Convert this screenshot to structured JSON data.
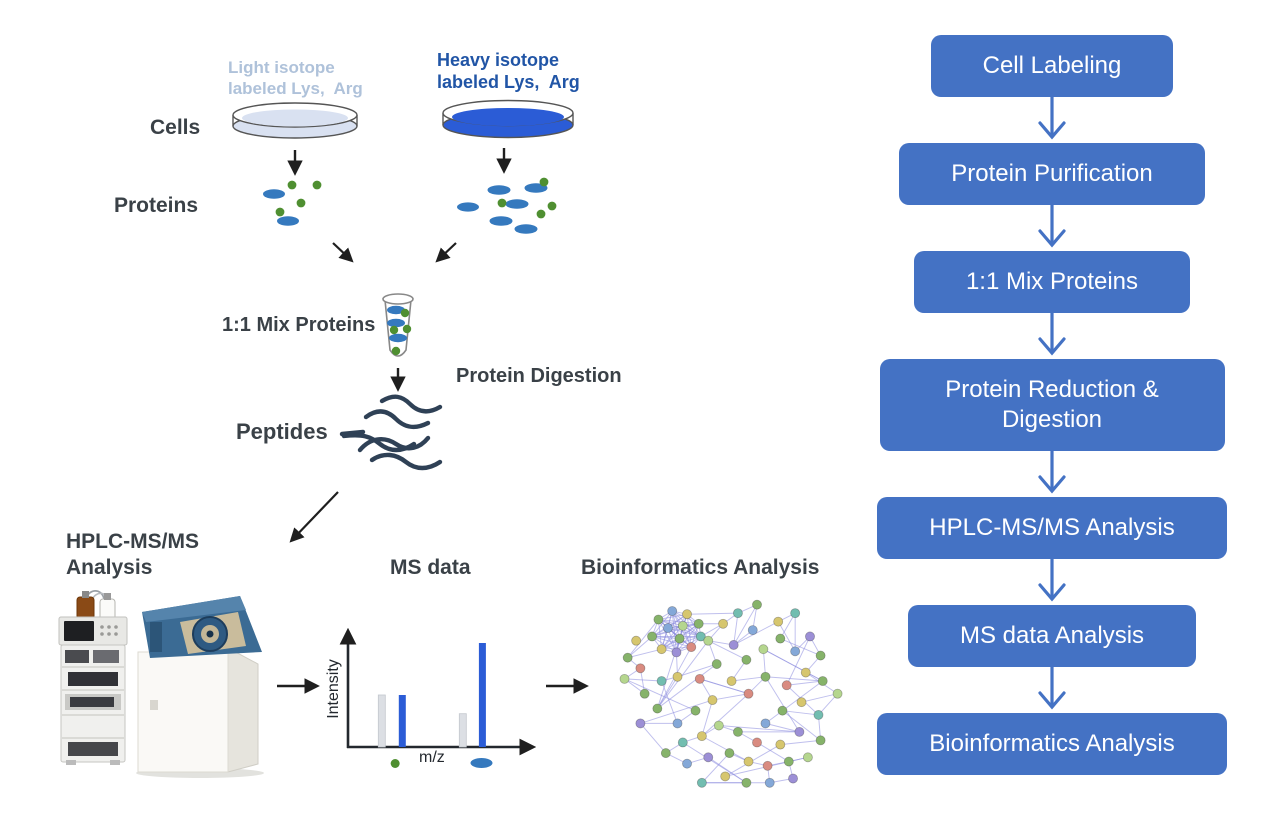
{
  "figure": {
    "description_label": "SILAC proteomics workflow figure"
  },
  "colors": {
    "flow_box": "#4472C4",
    "flow_arrow": "#4472C4",
    "flow_text": "#FFFFFF",
    "heavy_text": "#2155A6",
    "light_text": "#AFC2DA",
    "heavy_media": "#2B5CD6",
    "light_media": "#D9E1F1",
    "protein_oval": "#3579BE",
    "protein_dot": "#4F8F31",
    "peptide": "#2F4156",
    "label_dark": "#3A4147",
    "bar_light": "#DCDFE4",
    "bar_heavy": "#2B5CD6",
    "network_edge": "#8A8ADF",
    "black_arrow": "#1F1F1F"
  },
  "left_diagram": {
    "light_condition": {
      "line1": "Light isotope",
      "line2": "labeled Lys,  Arg"
    },
    "heavy_condition": {
      "line1": "Heavy isotope",
      "line2": "labeled Lys,  Arg"
    },
    "cells_label": "Cells",
    "proteins_label": "Proteins",
    "mix_label": "1:1 Mix Proteins",
    "digestion_label": "Protein Digestion",
    "peptides_label": "Peptides",
    "hplc_title": {
      "line1": "HPLC-MS/MS",
      "line2": "Analysis"
    },
    "bioinformatics_title": "Bioinformatics Analysis"
  },
  "chart_data": {
    "type": "bar",
    "title": "MS data",
    "xlabel": "m/z",
    "ylabel": "Intensity",
    "ylim": [
      0,
      1
    ],
    "series": [
      {
        "name": "light isotope peak",
        "color_key": "bar_light"
      },
      {
        "name": "heavy isotope peak",
        "color_key": "bar_heavy"
      }
    ],
    "bars": [
      {
        "x_rel": 0.19,
        "h_rel": 0.5,
        "series": 0
      },
      {
        "x_rel": 0.305,
        "h_rel": 0.5,
        "series": 1
      },
      {
        "x_rel": 0.645,
        "h_rel": 0.32,
        "series": 0
      },
      {
        "x_rel": 0.755,
        "h_rel": 1.0,
        "series": 1
      }
    ],
    "markers": [
      {
        "shape": "green-dot",
        "x_rel": 0.265
      },
      {
        "shape": "blue-oval",
        "x_rel": 0.75
      }
    ]
  },
  "flowchart": {
    "steps": [
      {
        "label": "Cell Labeling"
      },
      {
        "label": "Protein Purification"
      },
      {
        "label": "1:1 Mix Proteins"
      },
      {
        "label": "Protein Reduction & Digestion",
        "two_line": true
      },
      {
        "label": "HPLC-MS/MS Analysis"
      },
      {
        "label": "MS data Analysis"
      },
      {
        "label": "Bioinformatics Analysis"
      }
    ]
  },
  "network": {
    "node_palette": [
      "#86b36a",
      "#d98b80",
      "#84a8d8",
      "#d6c66e",
      "#72bdb0",
      "#9c8fd6",
      "#b5d68e",
      "#d8a76e",
      "#c690c8"
    ],
    "nodes": [
      [
        57,
        42,
        0
      ],
      [
        70,
        34,
        2
      ],
      [
        84,
        37,
        3
      ],
      [
        95,
        46,
        0
      ],
      [
        97,
        58,
        4
      ],
      [
        88,
        68,
        1
      ],
      [
        74,
        73,
        5
      ],
      [
        60,
        70,
        3
      ],
      [
        51,
        58,
        0
      ],
      [
        66,
        50,
        2
      ],
      [
        80,
        48,
        6
      ],
      [
        77,
        60,
        0
      ],
      [
        36,
        62,
        3
      ],
      [
        28,
        78,
        0
      ],
      [
        40,
        88,
        1
      ],
      [
        25,
        98,
        6
      ],
      [
        44,
        112,
        0
      ],
      [
        60,
        100,
        4
      ],
      [
        75,
        96,
        3
      ],
      [
        56,
        126,
        0
      ],
      [
        75,
        140,
        2
      ],
      [
        40,
        140,
        5
      ],
      [
        92,
        128,
        0
      ],
      [
        108,
        118,
        3
      ],
      [
        96,
        98,
        1
      ],
      [
        112,
        84,
        0
      ],
      [
        104,
        62,
        6
      ],
      [
        118,
        46,
        3
      ],
      [
        132,
        36,
        4
      ],
      [
        150,
        28,
        0
      ],
      [
        146,
        52,
        2
      ],
      [
        128,
        66,
        5
      ],
      [
        140,
        80,
        0
      ],
      [
        126,
        100,
        3
      ],
      [
        142,
        112,
        1
      ],
      [
        158,
        96,
        0
      ],
      [
        156,
        70,
        6
      ],
      [
        170,
        44,
        3
      ],
      [
        186,
        36,
        4
      ],
      [
        172,
        60,
        0
      ],
      [
        186,
        72,
        2
      ],
      [
        200,
        58,
        5
      ],
      [
        210,
        76,
        0
      ],
      [
        196,
        92,
        3
      ],
      [
        178,
        104,
        1
      ],
      [
        212,
        100,
        0
      ],
      [
        226,
        112,
        6
      ],
      [
        192,
        120,
        3
      ],
      [
        208,
        132,
        4
      ],
      [
        174,
        128,
        0
      ],
      [
        158,
        140,
        2
      ],
      [
        190,
        148,
        5
      ],
      [
        210,
        156,
        0
      ],
      [
        172,
        160,
        3
      ],
      [
        150,
        158,
        1
      ],
      [
        132,
        148,
        0
      ],
      [
        114,
        142,
        6
      ],
      [
        98,
        152,
        3
      ],
      [
        80,
        158,
        4
      ],
      [
        64,
        168,
        0
      ],
      [
        84,
        178,
        2
      ],
      [
        104,
        172,
        5
      ],
      [
        124,
        168,
        0
      ],
      [
        142,
        176,
        3
      ],
      [
        160,
        180,
        1
      ],
      [
        180,
        176,
        0
      ],
      [
        198,
        172,
        6
      ],
      [
        120,
        190,
        3
      ],
      [
        98,
        196,
        4
      ],
      [
        140,
        196,
        0
      ],
      [
        162,
        196,
        2
      ],
      [
        184,
        192,
        5
      ]
    ],
    "cliques": [
      [
        0,
        1,
        2,
        3,
        4,
        5,
        6,
        7,
        8,
        9,
        10,
        11
      ]
    ],
    "edges": [
      [
        0,
        13
      ],
      [
        7,
        13
      ],
      [
        8,
        13
      ],
      [
        6,
        18
      ],
      [
        5,
        19
      ],
      [
        11,
        19
      ],
      [
        4,
        27
      ],
      [
        3,
        27
      ],
      [
        2,
        28
      ],
      [
        10,
        26
      ],
      [
        13,
        14
      ],
      [
        14,
        15
      ],
      [
        15,
        16
      ],
      [
        15,
        17
      ],
      [
        17,
        18
      ],
      [
        18,
        19
      ],
      [
        19,
        25
      ],
      [
        25,
        26
      ],
      [
        26,
        27
      ],
      [
        27,
        28
      ],
      [
        28,
        29
      ],
      [
        29,
        30
      ],
      [
        29,
        31
      ],
      [
        31,
        37
      ],
      [
        37,
        38
      ],
      [
        38,
        39
      ],
      [
        38,
        40
      ],
      [
        40,
        41
      ],
      [
        41,
        42
      ],
      [
        42,
        43
      ],
      [
        43,
        46
      ],
      [
        41,
        44
      ],
      [
        44,
        45
      ],
      [
        45,
        36
      ],
      [
        36,
        35
      ],
      [
        35,
        34
      ],
      [
        34,
        24
      ],
      [
        24,
        23
      ],
      [
        23,
        21
      ],
      [
        21,
        20
      ],
      [
        20,
        17
      ],
      [
        22,
        20
      ],
      [
        23,
        57
      ],
      [
        57,
        58
      ],
      [
        58,
        59
      ],
      [
        59,
        60
      ],
      [
        60,
        61
      ],
      [
        61,
        69
      ],
      [
        69,
        68
      ],
      [
        68,
        62
      ],
      [
        62,
        63
      ],
      [
        63,
        64
      ],
      [
        64,
        65
      ],
      [
        65,
        66
      ],
      [
        66,
        67
      ],
      [
        67,
        53
      ],
      [
        53,
        52
      ],
      [
        52,
        49
      ],
      [
        49,
        48
      ],
      [
        48,
        46
      ],
      [
        46,
        47
      ],
      [
        50,
        51
      ],
      [
        51,
        55
      ],
      [
        55,
        56
      ],
      [
        56,
        57
      ],
      [
        33,
        32
      ],
      [
        32,
        26
      ],
      [
        33,
        35
      ],
      [
        45,
        50
      ],
      [
        44,
        48
      ],
      [
        36,
        45
      ],
      [
        31,
        28
      ],
      [
        70,
        68
      ],
      [
        70,
        71
      ],
      [
        71,
        72
      ],
      [
        72,
        66
      ],
      [
        54,
        55
      ],
      [
        54,
        65
      ],
      [
        42,
        39
      ],
      [
        16,
        14
      ],
      [
        22,
        15
      ],
      [
        21,
        59
      ],
      [
        58,
        69
      ],
      [
        35,
        51
      ],
      [
        34,
        57
      ],
      [
        30,
        31
      ],
      [
        37,
        40
      ],
      [
        25,
        18
      ],
      [
        24,
        34
      ],
      [
        26,
        31
      ],
      [
        48,
        52
      ],
      [
        23,
        34
      ],
      [
        19,
        26
      ],
      [
        35,
        45
      ],
      [
        57,
        63
      ],
      [
        51,
        56
      ],
      [
        64,
        70
      ],
      [
        65,
        71
      ]
    ]
  }
}
